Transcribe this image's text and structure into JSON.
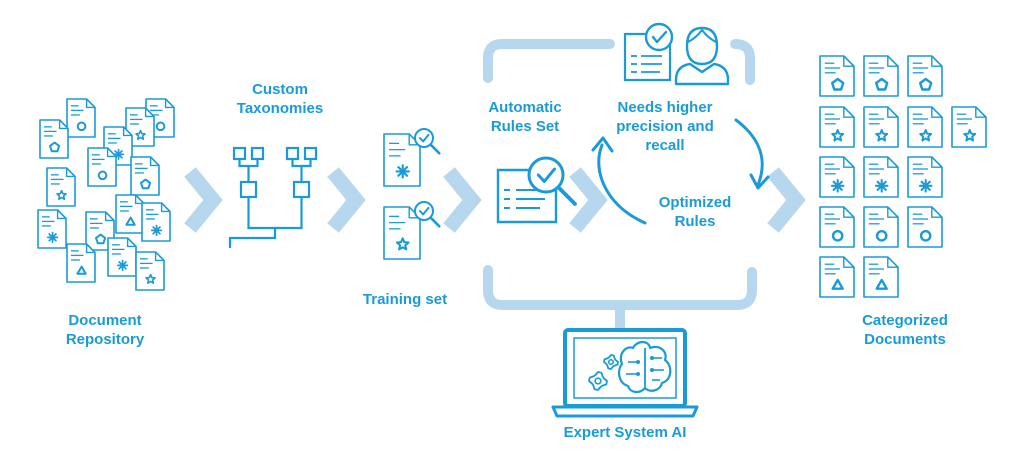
{
  "colors": {
    "primary": "#1a9bd7",
    "light": "#b6d7ee",
    "label": "#1a9bd7",
    "paper": "#ffffff"
  },
  "labels": {
    "document_repository": [
      "Document",
      "Repository"
    ],
    "custom_taxonomies": [
      "Custom",
      "Taxonomies"
    ],
    "training_set": "Training set",
    "automatic_rules_set": [
      "Automatic",
      "Rules Set"
    ],
    "needs_higher_precision": [
      "Needs higher",
      "precision and",
      "recall"
    ],
    "optimized_rules": [
      "Optimized",
      "Rules"
    ],
    "categorized_documents": [
      "Categorized",
      "Documents"
    ],
    "expert_system_ai": "Expert System AI"
  },
  "icons": {
    "flow_arrow": "chevron-right-icon",
    "document": "document-icon",
    "taxonomy": "hierarchy-tree-icon",
    "rules": "document-search-check-icon",
    "reviewer": "person-reviewing-icon",
    "ai": "laptop-brain-gear-icon",
    "cycle": "circular-arrows-icon"
  },
  "document_symbols": [
    "circle",
    "pentagon",
    "star",
    "asterisk",
    "triangle"
  ]
}
